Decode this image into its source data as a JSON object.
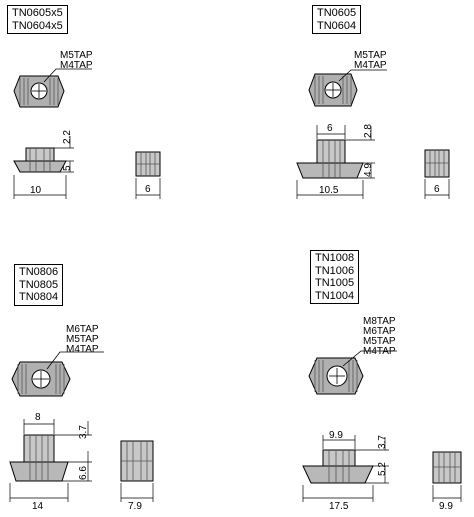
{
  "groups": [
    {
      "models": [
        "TN0605x5",
        "TN0604x5"
      ],
      "taps": [
        "M5TAP",
        "M4TAP"
      ],
      "dims": {
        "top_width": "",
        "top_height": "2.2",
        "neck_height": "5",
        "base_width": "10",
        "side_width": "6"
      }
    },
    {
      "models": [
        "TN0605",
        "TN0604"
      ],
      "taps": [
        "M5TAP",
        "M4TAP"
      ],
      "dims": {
        "top_width": "6",
        "top_height": "2.8",
        "neck_height": "4.9",
        "base_width": "10.5",
        "side_width": "6"
      }
    },
    {
      "models": [
        "TN0806",
        "TN0805",
        "TN0804"
      ],
      "taps": [
        "M6TAP",
        "M5TAP",
        "M4TAP"
      ],
      "dims": {
        "top_width": "8",
        "top_height": "3.7",
        "neck_height": "6.6",
        "base_width": "14",
        "side_width": "7.9"
      }
    },
    {
      "models": [
        "TN1008",
        "TN1006",
        "TN1005",
        "TN1004"
      ],
      "taps": [
        "M8TAP",
        "M6TAP",
        "M5TAP",
        "M4TAP"
      ],
      "dims": {
        "top_width": "9.9",
        "top_height": "3.7",
        "neck_height": "5.2",
        "base_width": "17.5",
        "side_width": "9.9"
      }
    }
  ]
}
